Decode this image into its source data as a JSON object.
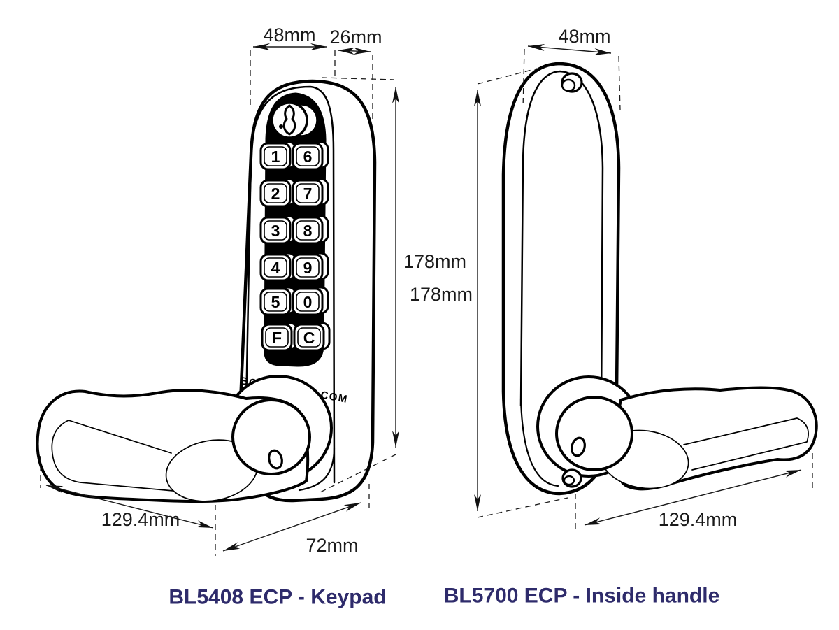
{
  "products": [
    {
      "title": "BL5408 ECP - Keypad",
      "brand": "BORGLOCKS.COM",
      "keypad": {
        "buttons": [
          "1",
          "6",
          "2",
          "7",
          "3",
          "8",
          "4",
          "9",
          "5",
          "0",
          "F",
          "C"
        ]
      },
      "dims": {
        "width": "48mm",
        "depth": "26mm",
        "height": "178mm",
        "handle_length": "129.4mm",
        "projection": "72mm"
      }
    },
    {
      "title": "BL5700 ECP - Inside handle",
      "dims": {
        "width": "48mm",
        "height": "178mm",
        "handle_length": "129.4mm"
      }
    }
  ],
  "colors": {
    "line": "#000000",
    "dimension_text": "#1a1a1a",
    "title_text": "#2e2b6b",
    "panel": "#000000",
    "background": "#ffffff"
  }
}
